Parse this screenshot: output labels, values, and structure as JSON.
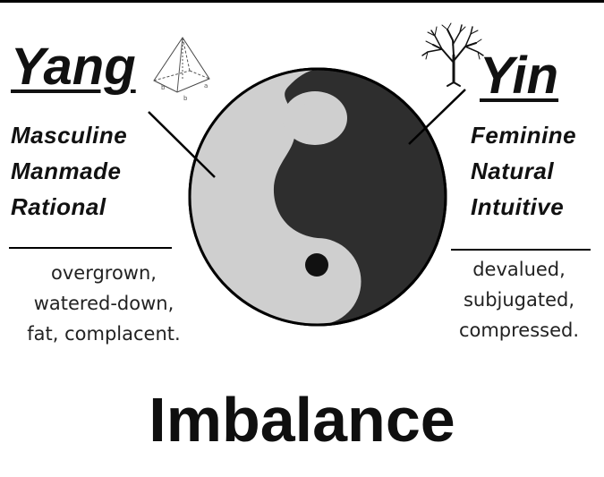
{
  "yang": {
    "title": "Yang",
    "traits": [
      "Masculine",
      "Manmade",
      "Rational"
    ],
    "descriptors": [
      "overgrown,",
      "watered-down,",
      "fat, complacent."
    ],
    "icon": "pyramid-icon",
    "pyramid_labels": [
      "b",
      "b",
      "a"
    ]
  },
  "yin": {
    "title": "Yin",
    "traits": [
      "Feminine",
      "Natural",
      "Intuitive"
    ],
    "descriptors": [
      "devalued,",
      "subjugated,",
      "compressed."
    ],
    "icon": "tree-icon"
  },
  "footer": {
    "title": "Imbalance"
  },
  "colors": {
    "yang_fill": "#cfcfcf",
    "yin_fill": "#2e2e2e",
    "ink": "#111111"
  }
}
